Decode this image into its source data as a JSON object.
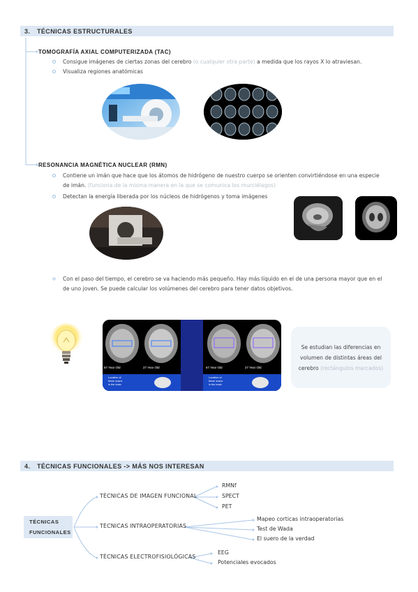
{
  "section3": {
    "num": "3.",
    "title": "TÉCNICAS ESTRUCTURALES",
    "tac": {
      "heading": "TOMOGRAFÍA AXIAL COMPUTERIZADA (TAC)",
      "b1_pre": "Consigue imágenes de ciertas zonas del cerebro ",
      "b1_muted": "(o cualquier otra parte)",
      "b1_post": " a medida que los rayos X lo atraviesan.",
      "b2": "Visualiza regiones anatómicas"
    },
    "rmn": {
      "heading": "RESONANCIA MAGNÉTICA NUCLEAR (RMN)",
      "b1_line1": "Contiene un imán que hace que los átomos de hidrógeno de nuestro cuerpo se orienten convirtiéndose en una especie",
      "b1_line2_pre": "de imán. ",
      "b1_line2_muted": "(funciona de la misma manera en la que se comunica los murciélagos)",
      "b2": "Detectan la energía liberada por los núcleos de hidrógenos y toma imágenes"
    },
    "aging": {
      "line1": "Con el paso del tiempo, el cerebro se va haciendo más pequeño. Hay más líquido en el de una persona mayor que en el",
      "line2": "de uno joven. Se puede calcular los volúmenes del cerebro para tener datos objetivos."
    },
    "scan_labels": {
      "old": "67 Year Old",
      "young": "27 Year Old",
      "location": [
        "Location of",
        "these scans",
        "in the brain"
      ]
    },
    "note": {
      "text": "Se estudian las diferencias en volumen de distintas áreas del cerebro ",
      "muted": "(rectángulos marcados)"
    }
  },
  "section4": {
    "num": "4.",
    "title": "TÉCNICAS FUNCIONALES -> MÁS NOS INTERESAN",
    "root": [
      "TÉCNICAS",
      "FUNCIONALES"
    ],
    "branches": {
      "imagen": {
        "label": "TÉCNICAS DE IMAGEN FUNCIONAL",
        "items": [
          "RMNf",
          "SPECT",
          "PET"
        ]
      },
      "intra": {
        "label": "TÉCNICAS INTRAOPERATORIAS",
        "items": [
          "Mapeo corticas intraoperatorias",
          "Test de Wada",
          "El suero de la verdad"
        ]
      },
      "electro": {
        "label": "TÉCNICAS ELECTROFISIOLÓGICAS",
        "items": [
          "EEG",
          "Potenciales evocados"
        ]
      }
    }
  },
  "colors": {
    "header_bg": "#dde8f4",
    "bullet": "#9dc0e2",
    "line": "#a9c6e6",
    "muted": "#b8c3cc"
  }
}
